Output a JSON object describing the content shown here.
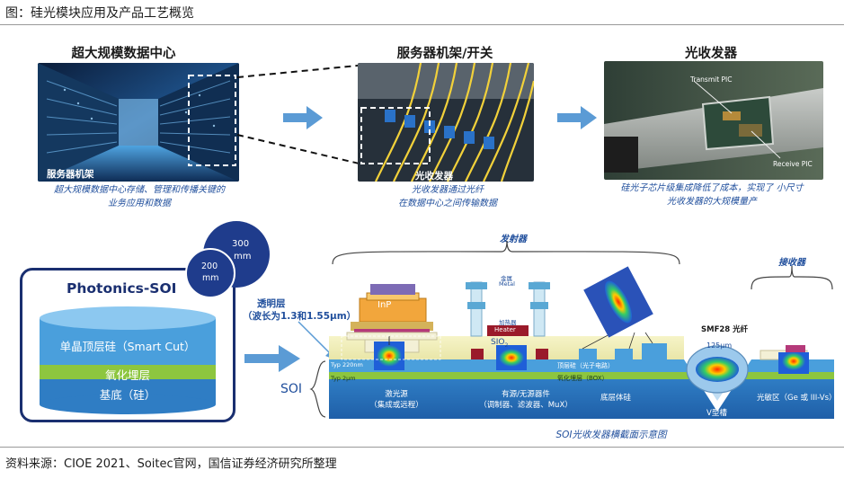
{
  "figure_title": "图：硅光模块应用及产品工艺概览",
  "source_note": "资料来源：CIOE 2021、Soitec官网，国信证券经济研究所整理",
  "panels": {
    "datacenter": {
      "title": "超大规模数据中心",
      "tag": "服务器机架",
      "caption_line1": "超大规模数据中心存储、管理和传播关键的",
      "caption_line2": "业务应用和数据"
    },
    "rack": {
      "title": "服务器机架/开关",
      "tag": "光收发器",
      "caption_line1": "光收发器通过光纤",
      "caption_line2": "在数据中心之间传输数据"
    },
    "transceiver": {
      "title": "光收发器",
      "transmit_label": "Transmit PIC",
      "receive_label": "Receive PIC",
      "caption_line1": "硅光子芯片级集成降低了成本，实现了 小尺寸",
      "caption_line2": "光收发器的大规模量产"
    }
  },
  "soi_box": {
    "title": "Photonics-SOI",
    "wafer_300": "300",
    "wafer_300_unit": "mm",
    "wafer_200": "200",
    "wafer_200_unit": "mm",
    "layer_top": "单晶顶层硅（Smart Cut）",
    "layer_mid": "氧化埋层",
    "layer_bottom": "基底（硅）"
  },
  "cross_section": {
    "transmitter_label": "发射器",
    "receiver_label": "接收器",
    "transparent_layer": "透明层",
    "wavelength": "（波长为1.3和1.55μm）",
    "soi": "SOI",
    "inp": "InP",
    "metal_cn": "金属",
    "metal_en": "Metal",
    "heater_cn": "加热器",
    "heater": "Heater",
    "sio2": "SIO",
    "sio2_sub": "2",
    "typ220": "Typ 220nm",
    "typ2": "Typ 2μm",
    "top_si": "顶层硅（光子电路）",
    "box": "氧化埋层（BOX）",
    "laser": "激光源",
    "laser_sub": "（集成或远程）",
    "devices": "有源/无源器件",
    "devices_sub": "（调制器、滤波器、MuX）",
    "substrate": "底层体硅",
    "fiber": "SMF28 光纤",
    "fiber_size": "125μm",
    "vgroove": "V型槽",
    "detector": "光敏区（Ge 或 III-Vs）",
    "caption": "SOI光收发器横截面示意图"
  },
  "colors": {
    "caption_blue": "#1f4e9c",
    "arrow_blue": "#5b9bd5",
    "circle_navy": "#1f3c8c",
    "soi_box_navy": "#1a2f70",
    "top_si_blue": "#4a9fdc",
    "box_green": "#8dc63f",
    "substrate_blue": "#2f7dc4"
  }
}
